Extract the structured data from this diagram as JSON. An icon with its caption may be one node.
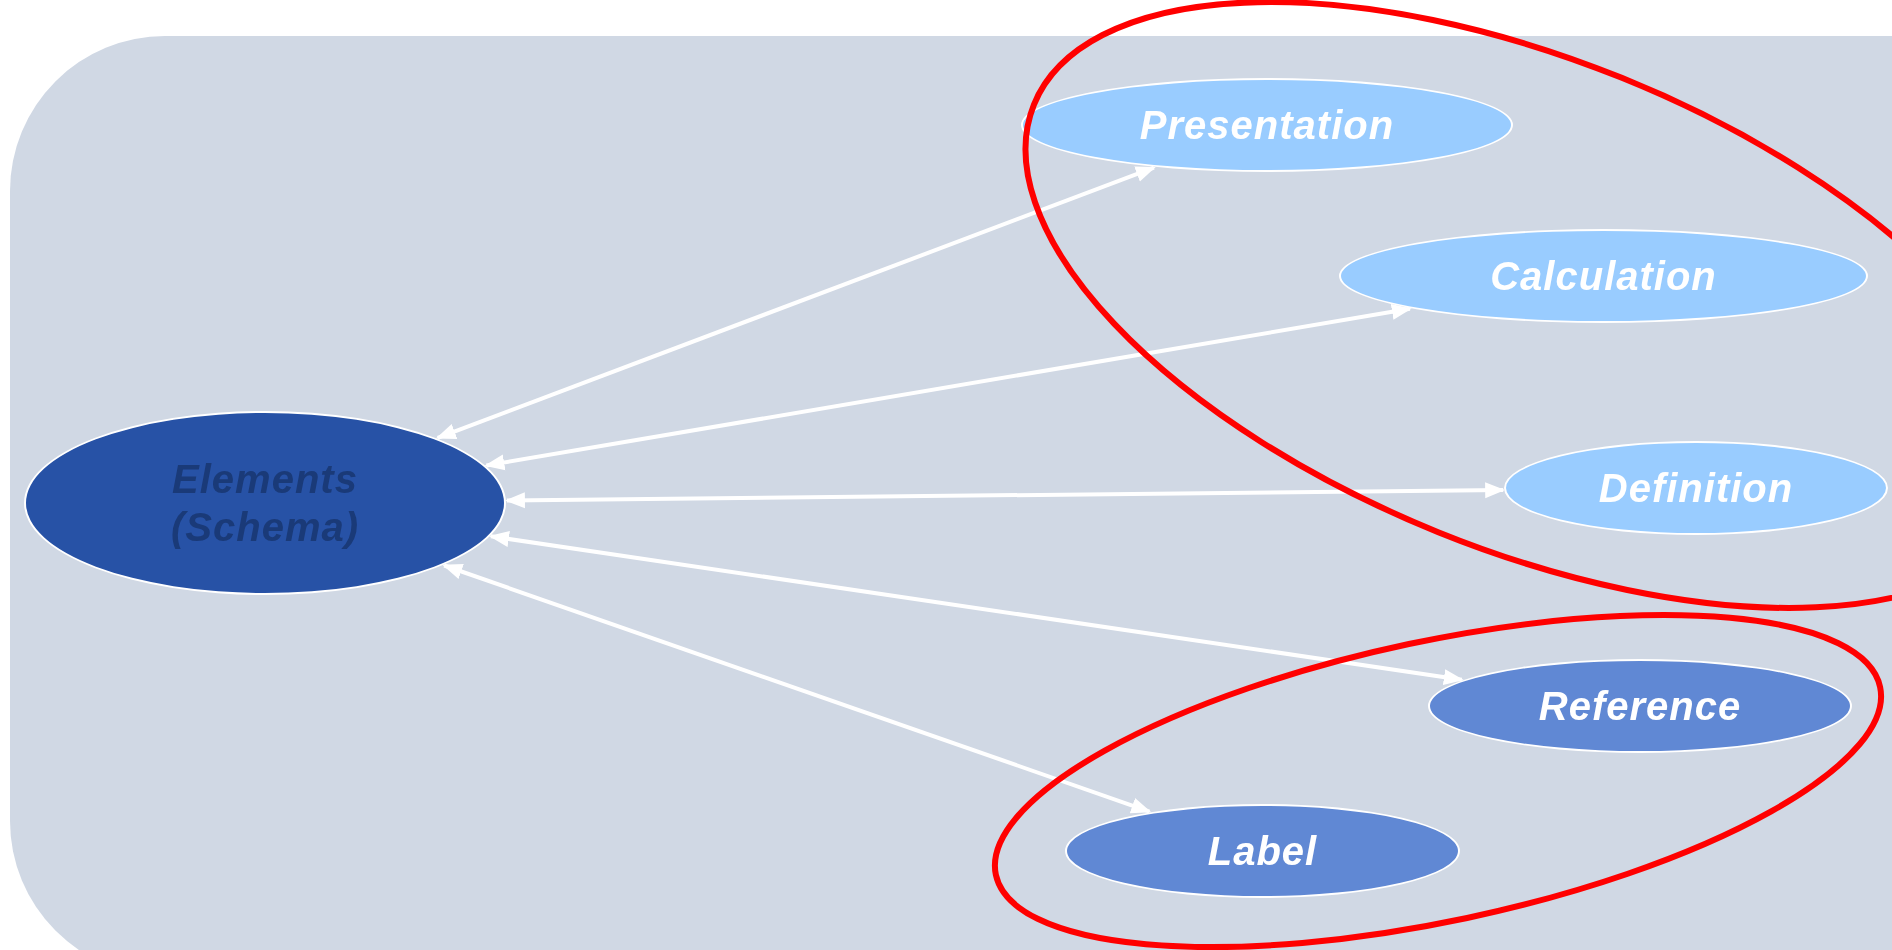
{
  "diagram": {
    "nodes": [
      {
        "text": [
          "Elements (Schema)"
        ]
      },
      {
        "text": [
          "Presentation"
        ]
      },
      {
        "text": [
          "Calculation"
        ]
      },
      {
        "text": [
          "Definition"
        ]
      },
      {
        "text": [
          "Reference"
        ]
      },
      {
        "text": [
          "Label"
        ]
      }
    ],
    "edges": [
      {
        "from": 0,
        "to": 1,
        "arrow": "both"
      },
      {
        "from": 0,
        "to": 2,
        "arrow": "both"
      },
      {
        "from": 0,
        "to": 3,
        "arrow": "both"
      },
      {
        "from": 0,
        "to": 4,
        "arrow": "both"
      },
      {
        "from": 0,
        "to": 5,
        "arrow": "both"
      }
    ]
  }
}
